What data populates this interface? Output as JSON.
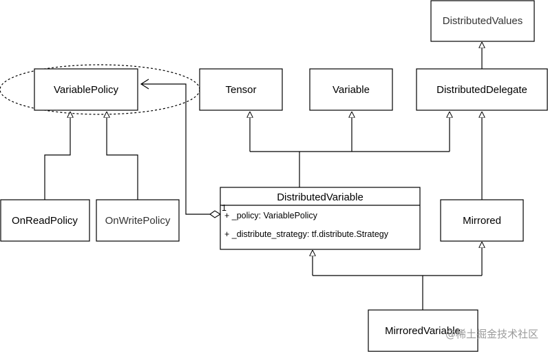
{
  "diagram": {
    "nodes": {
      "distributed_values": "DistributedValues",
      "variable_policy": "VariablePolicy",
      "tensor": "Tensor",
      "variable": "Variable",
      "distributed_delegate": "DistributedDelegate",
      "on_read_policy": "OnReadPolicy",
      "on_write_policy": "OnWritePolicy",
      "distributed_variable": {
        "title": "DistributedVariable",
        "attr_policy": "+ _policy: VariablePolicy",
        "attr_strategy": "+ _distribute_strategy: tf.distribute.Strategy"
      },
      "mirrored": "Mirrored",
      "mirrored_variable": "MirroredVariable"
    },
    "edges": [
      {
        "from": "DistributedDelegate",
        "to": "DistributedValues",
        "type": "inheritance"
      },
      {
        "from": "OnReadPolicy",
        "to": "VariablePolicy",
        "type": "inheritance"
      },
      {
        "from": "OnWritePolicy",
        "to": "VariablePolicy",
        "type": "inheritance"
      },
      {
        "from": "DistributedVariable",
        "to": "Tensor",
        "type": "inheritance"
      },
      {
        "from": "DistributedVariable",
        "to": "Variable",
        "type": "inheritance"
      },
      {
        "from": "DistributedVariable",
        "to": "DistributedDelegate",
        "type": "inheritance"
      },
      {
        "from": "Mirrored",
        "to": "DistributedDelegate",
        "type": "inheritance"
      },
      {
        "from": "MirroredVariable",
        "to": "DistributedVariable",
        "type": "inheritance"
      },
      {
        "from": "MirroredVariable",
        "to": "Mirrored",
        "type": "inheritance"
      },
      {
        "from": "DistributedVariable",
        "to": "VariablePolicy",
        "type": "aggregation"
      }
    ],
    "multiplicity": "1"
  },
  "watermark": "@稀土掘金技术社区"
}
